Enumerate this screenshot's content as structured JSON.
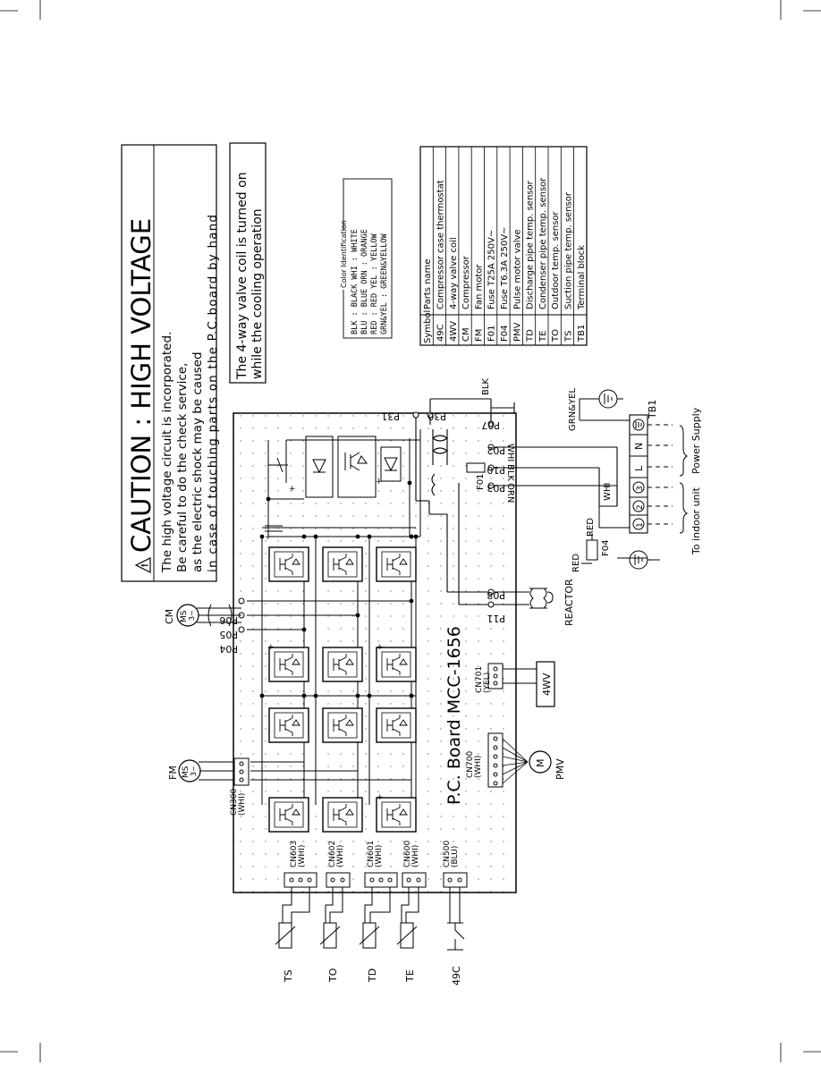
{
  "caution": {
    "title": "CAUTION : HIGH  VOLTAGE",
    "line1": "The high voltage circuit is incorporated.",
    "line2": "Be careful to do the check service,",
    "line3": "as the electric shock may be caused",
    "line4": "in case of touching parts on the P.C.board by hand"
  },
  "valve_note": {
    "line1": "The 4-way valve coil is turned on",
    "line2": "while the cooling operation"
  },
  "color_id": {
    "title": "Color Identification",
    "rows": [
      "BLK : BLACK    WHI : WHITE",
      "BLU : BLUE     ORN : ORANGE",
      "RED : RED       YEL : YELLOW",
      "GRN&YEL : GREEN&YELLOW"
    ]
  },
  "parts_table": {
    "headers": [
      "Symbol",
      "Parts name"
    ],
    "rows": [
      [
        "49C",
        "Compressor case thermostat"
      ],
      [
        "4WV",
        "4-way valve coil"
      ],
      [
        "CM",
        "Compressor"
      ],
      [
        "FM",
        "Fan motor"
      ],
      [
        "F01",
        "Fuse T25A 250V~"
      ],
      [
        "F04",
        "Fuse T6.3A 250V~"
      ],
      [
        "PMV",
        "Pulse motor valve"
      ],
      [
        "TD",
        "Discharge pipe temp. sensor"
      ],
      [
        "TE",
        "Condenser pipe temp. sensor"
      ],
      [
        "TO",
        "Outdoor temp. sensor"
      ],
      [
        "TS",
        "Suction pipe temp. sensor"
      ],
      [
        "TB1",
        "Terminal block"
      ]
    ]
  },
  "board": {
    "title": "P.C. Board MCC-1656"
  },
  "points": {
    "p31": "P31",
    "p30": "P30",
    "p07": "P07",
    "p02": "P02",
    "p10": "P10",
    "p03": "P03",
    "p08": "P08",
    "p11": "P11",
    "p04": "P04",
    "p05": "P05",
    "p06": "P06"
  },
  "wires": {
    "blk_top": "BLK",
    "whi": "WHI",
    "blk": "BLK",
    "orn": "ORN",
    "grn_yel": "GRN&YEL",
    "whi2": "WHI",
    "red1": "RED",
    "red2": "RED"
  },
  "terminal": {
    "label": "TB1",
    "n": "N",
    "l": "L",
    "t3": "3",
    "t2": "2",
    "t1": "1",
    "power": "Power Supply",
    "indoor": "To indoor unit"
  },
  "components": {
    "f01": "F01",
    "f04": "F04",
    "reactor": "REACTOR",
    "cm": "CM",
    "ms": "MS",
    "ph3": "3~",
    "fm": "FM",
    "fm_ms": "MS",
    "fm_ph": "3~",
    "pmv": "PMV",
    "pmv_m": "M",
    "wv": "4WV"
  },
  "connectors": {
    "cn701": "CN701",
    "cn701_c": "(YEL)",
    "cn700": "CN700",
    "cn700_c": "(WHI)",
    "cn300": "CN300",
    "cn300_c": "(WHI)",
    "cn603": "CN603",
    "cn603_c": "(WHI)",
    "cn602": "CN602",
    "cn602_c": "(WHI)",
    "cn601": "CN601",
    "cn601_c": "(WHI)",
    "cn600": "CN600",
    "cn600_c": "(WHI)",
    "cn500": "CN500",
    "cn500_c": "(BLU)"
  },
  "sensors": {
    "ts": "TS",
    "to": "TO",
    "td": "TD",
    "te": "TE",
    "c49": "49C"
  }
}
